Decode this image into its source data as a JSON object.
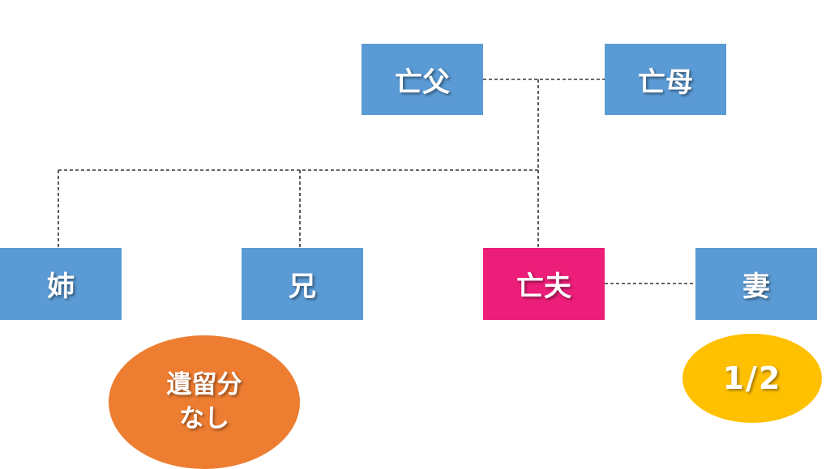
{
  "nodes": {
    "father": "亡父",
    "mother": "亡母",
    "sister": "姉",
    "brother": "兄",
    "husband": "亡夫",
    "wife": "妻"
  },
  "annotations": {
    "sister_brother_share": "遺留分\nなし",
    "wife_share": "1/2"
  },
  "colors": {
    "node_default": "#5b9bd5",
    "node_deceased_highlight": "#ed1e79",
    "no_share_oval": "#ed7d31",
    "share_oval": "#ffc000"
  }
}
